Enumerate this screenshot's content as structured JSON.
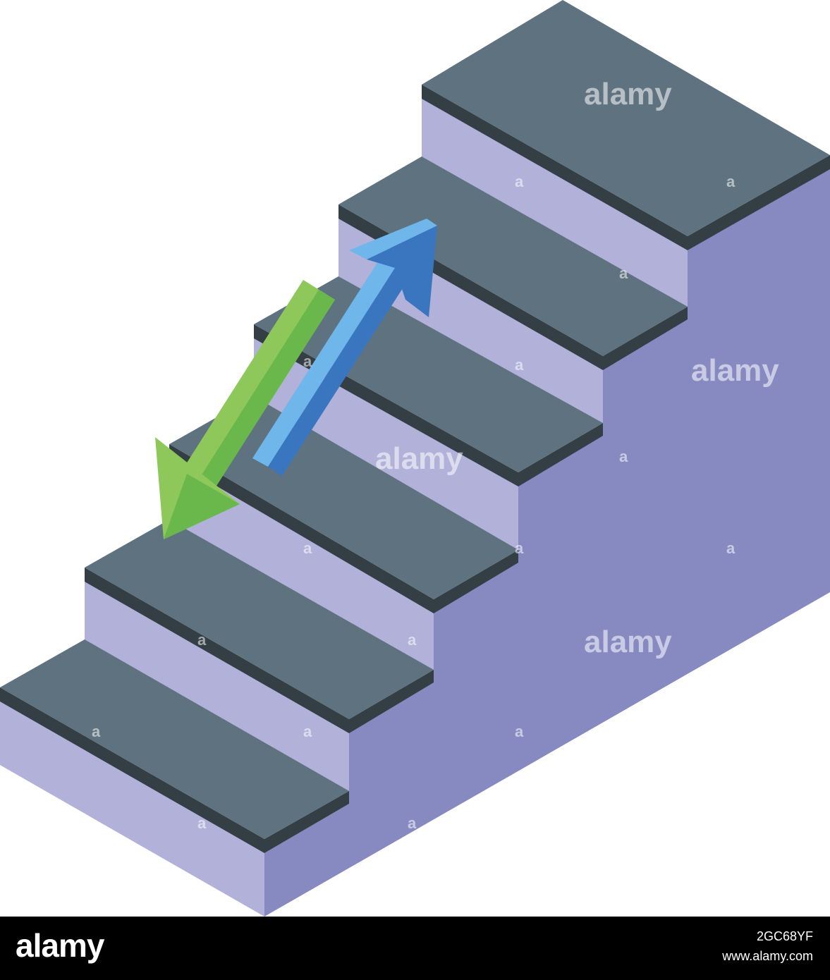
{
  "watermark": {
    "logo_text": "alamy",
    "small_mark": "a"
  },
  "footer": {
    "logo_text": "alamy",
    "image_id": "2GC68YF",
    "url": "www.alamy.com"
  },
  "colors": {
    "tread": "#5e727f",
    "tread_edge": "#333f45",
    "riser": "#b1b1d9",
    "side_wall": "#878ac0",
    "arrow_up_light": "#6fb7ea",
    "arrow_up_dark": "#3a76c0",
    "arrow_down_light": "#8fc85a",
    "arrow_down_dark": "#6ab84c",
    "background": "#ffffff",
    "footer_bg": "#000000"
  },
  "icons": [
    "staircase-icon",
    "arrow-up-icon",
    "arrow-down-icon"
  ]
}
